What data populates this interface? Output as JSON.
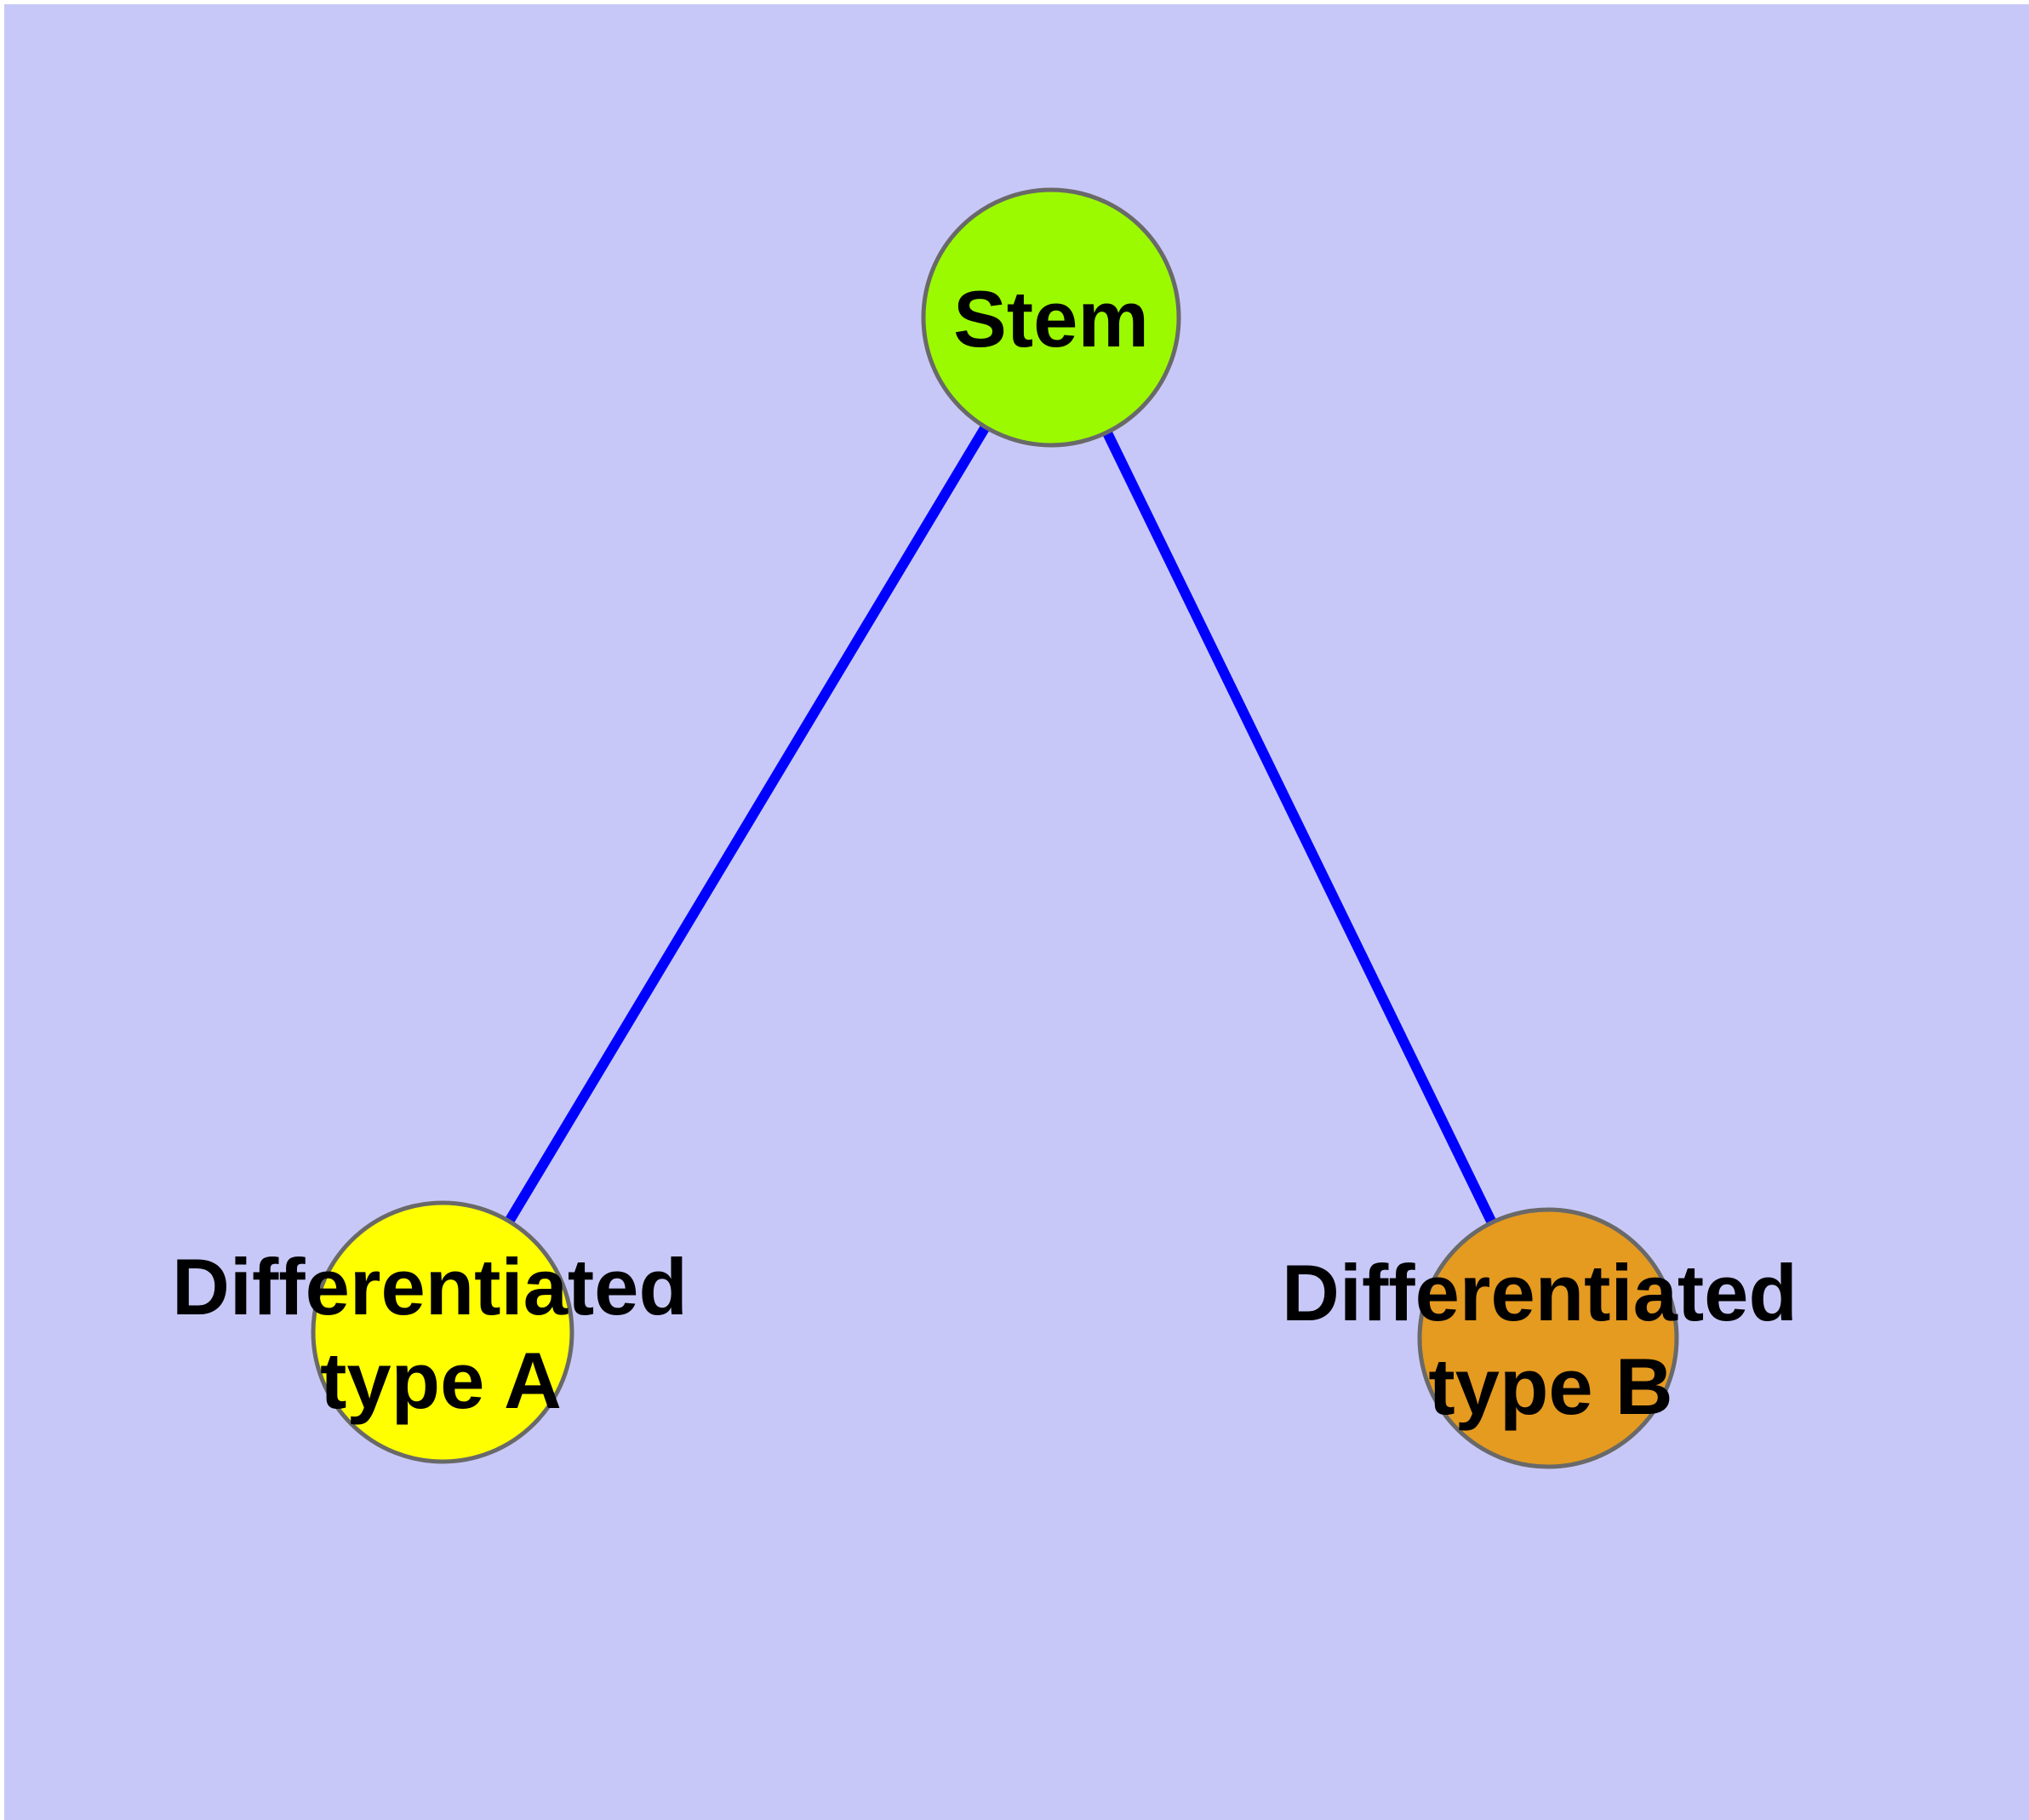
{
  "canvas": {
    "frame_color": "#FFFFFF",
    "background_color": "#C8C8F8"
  },
  "style": {
    "edge_color": "#0000FF",
    "node_border_color": "#696969",
    "label_color": "#000000"
  },
  "nodes": {
    "stem": {
      "label": "Stem",
      "fill_color": "#9BFA00"
    },
    "type_a": {
      "label_line1": "Differentiated",
      "label_line2": "type A",
      "fill_color": "#FFFF00"
    },
    "type_b": {
      "label_line1": "Differentiated",
      "label_line2": "type B",
      "fill_color": "#E59A20"
    }
  },
  "edges": [
    {
      "from": "Stem",
      "to": "Differentiated type A"
    },
    {
      "from": "Stem",
      "to": "Differentiated type B"
    }
  ]
}
